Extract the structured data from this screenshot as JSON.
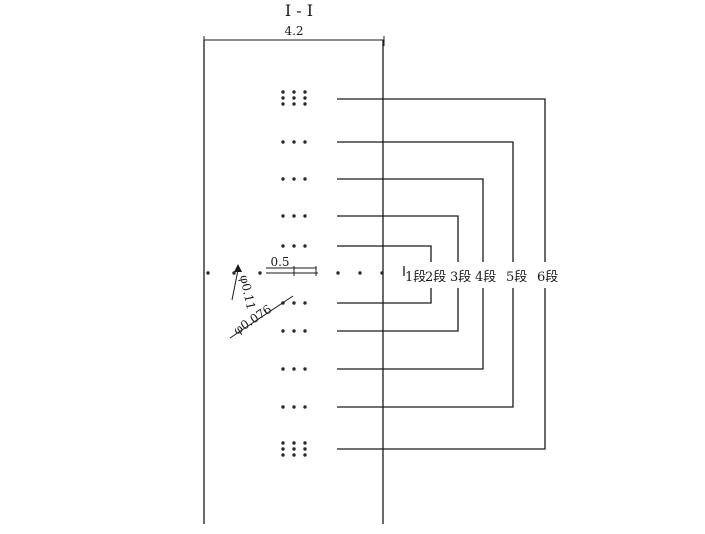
{
  "section_title": "I - I",
  "width_dimension": "4.2",
  "spacing_dimension": "0.5",
  "diameter_labels": {
    "d1": "φ0.11",
    "d2": "φ0.076"
  },
  "segment_labels": [
    "1段",
    "2段",
    "3段",
    "4段",
    "5段",
    "6段"
  ],
  "colors": {
    "ink": "#1a1a1a",
    "background": "#ffffff"
  }
}
